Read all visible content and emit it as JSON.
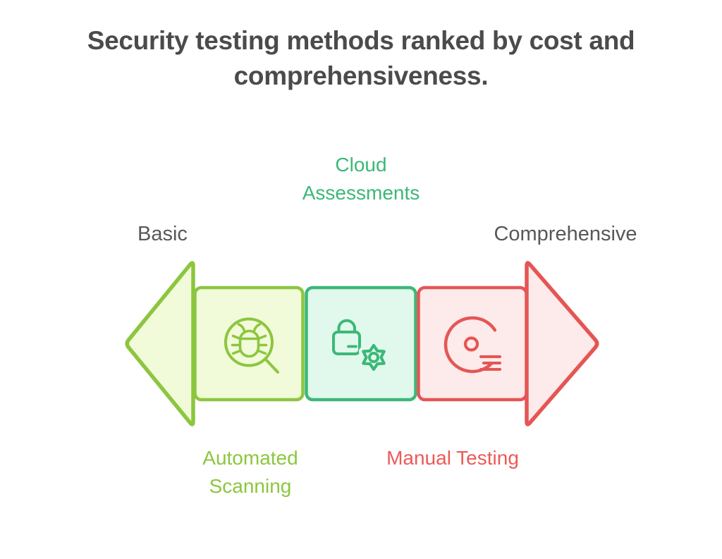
{
  "title": "Security testing methods ranked by cost and comprehensiveness.",
  "spectrum": {
    "left_label": "Basic",
    "right_label": "Comprehensive",
    "meaning": "double-headed arrow from Basic (left) to Comprehensive (right)"
  },
  "stages": [
    {
      "id": "automated-scanning",
      "label": "Automated\nScanning",
      "label_position": "below",
      "icon": "bug-magnifier-icon",
      "accent_color": "#8cc63f",
      "fill_color": "#f2fbd9"
    },
    {
      "id": "cloud-assessments",
      "label": "Cloud\nAssessments",
      "label_position": "above",
      "icon": "lock-gear-icon",
      "accent_color": "#3cb878",
      "fill_color": "#e1f9ec"
    },
    {
      "id": "manual-testing",
      "label": "Manual Testing",
      "label_position": "below",
      "icon": "disc-speed-lines-icon",
      "accent_color": "#e45655",
      "fill_color": "#fdeaea"
    }
  ],
  "colors": {
    "background": "#ffffff",
    "title_text": "#4b4b4d",
    "axis_text": "#58585a",
    "left_arrow_stroke": "#8cc63f",
    "left_arrow_fill": "#f2fbd9",
    "right_arrow_stroke": "#e45655",
    "right_arrow_fill": "#fdeaea"
  }
}
